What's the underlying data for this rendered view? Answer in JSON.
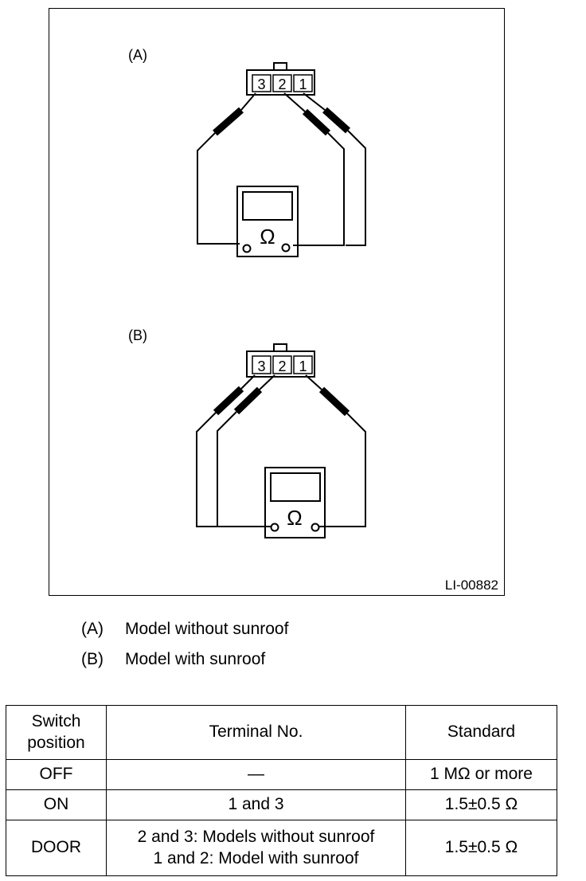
{
  "figure": {
    "panel_a_label": "(A)",
    "panel_b_label": "(B)",
    "terminal_labels": [
      "3",
      "2",
      "1"
    ],
    "meter_symbol": "Ω",
    "figure_code": "LI-00882"
  },
  "legend": [
    {
      "key": "(A)",
      "text": "Model without sunroof"
    },
    {
      "key": "(B)",
      "text": "Model with sunroof"
    }
  ],
  "table": {
    "headers": [
      "Switch position",
      "Terminal No.",
      "Standard"
    ],
    "rows": [
      {
        "position": "OFF",
        "terminal": "—",
        "standard": "1 MΩ or more"
      },
      {
        "position": "ON",
        "terminal": "1 and 3",
        "standard": "1.5±0.5 Ω"
      },
      {
        "position": "DOOR",
        "terminal_line1": "2 and 3: Models without sunroof",
        "terminal_line2": "1 and 2: Model with sunroof",
        "standard": "1.5±0.5 Ω"
      }
    ]
  }
}
